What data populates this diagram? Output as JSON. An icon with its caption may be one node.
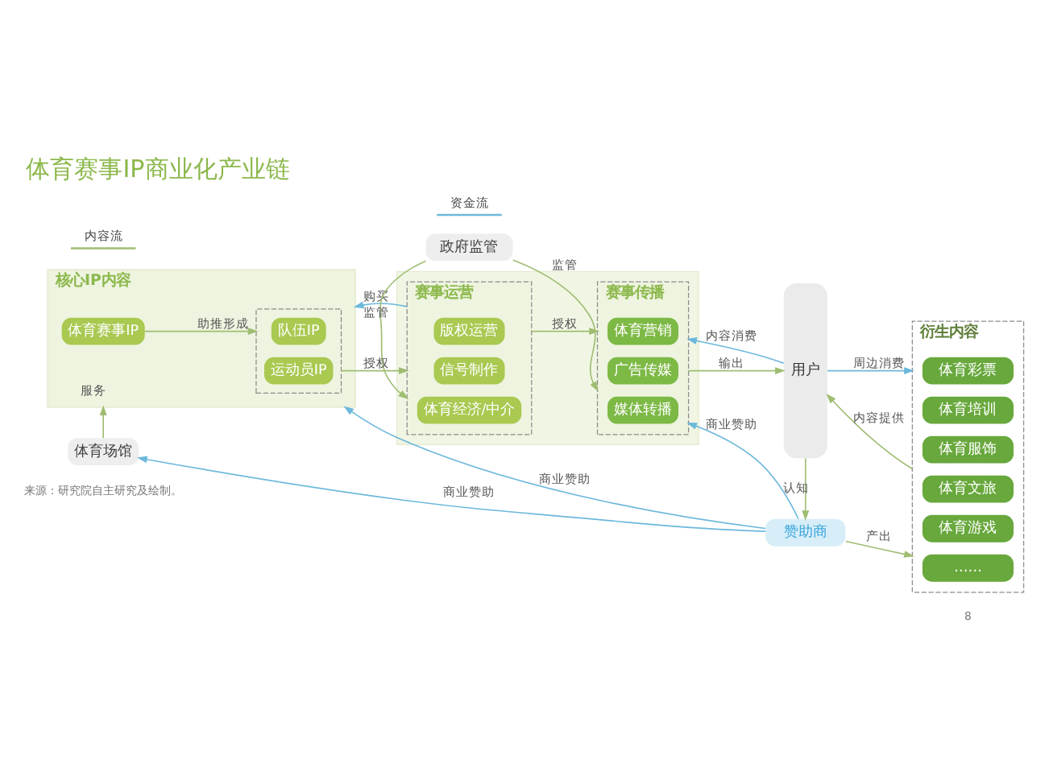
{
  "diagram": {
    "title": "体育赛事IP商业化产业链",
    "nodes": [
      {
        "text": [
          "核心IP内容"
        ]
      },
      {
        "text": [
          "体育赛事IP"
        ],
        "in": 0
      },
      {
        "text": [],
        "shape": "box",
        "in": 0
      },
      {
        "text": [
          "队伍IP"
        ],
        "in": 2
      },
      {
        "text": [
          "运动员IP"
        ],
        "in": 2
      },
      {
        "text": [],
        "shape": "box"
      },
      {
        "text": [
          "赛事运营"
        ],
        "in": 5
      },
      {
        "text": [
          "版权运营"
        ],
        "in": 6
      },
      {
        "text": [
          "信号制作"
        ],
        "in": 6
      },
      {
        "text": [
          "体育经济/中介"
        ],
        "in": 6
      },
      {
        "text": [
          "赛事传播"
        ],
        "in": 5
      },
      {
        "text": [
          "体育营销"
        ],
        "in": 10
      },
      {
        "text": [
          "广告传媒"
        ],
        "in": 10
      },
      {
        "text": [
          "媒体转播"
        ],
        "in": 10
      },
      {
        "text": [
          "用户"
        ]
      },
      {
        "text": [
          "衍生内容"
        ]
      },
      {
        "text": [
          "体育彩票"
        ],
        "in": 15
      },
      {
        "text": [
          "体育培训"
        ],
        "in": 15
      },
      {
        "text": [
          "体育服饰"
        ],
        "in": 15
      },
      {
        "text": [
          "体育文旅"
        ],
        "in": 15
      },
      {
        "text": [
          "体育游戏"
        ],
        "in": 15
      },
      {
        "text": [
          "……"
        ],
        "in": 15
      },
      {
        "text": [
          "体育场馆"
        ]
      },
      {
        "text": [
          "政府监管"
        ]
      },
      {
        "text": [
          "赞助商"
        ]
      }
    ],
    "edges": [
      {
        "from": 1,
        "to": 2,
        "arrow": "to",
        "label": "助推形成"
      },
      {
        "from": 6,
        "to": 0,
        "arrow": "to",
        "label": "购买",
        "color": "#6cb8dc"
      },
      {
        "from": 2,
        "to": 6,
        "arrow": "to",
        "label": "授权"
      },
      {
        "from": 6,
        "to": 10,
        "arrow": "to",
        "label": "授权"
      },
      {
        "from": 14,
        "to": 10,
        "arrow": "to",
        "label": "内容消费",
        "color": "#6cb8dc"
      },
      {
        "from": 10,
        "to": 14,
        "arrow": "to",
        "label": "输出"
      },
      {
        "from": 14,
        "to": 15,
        "arrow": "to",
        "label": "周边消费",
        "color": "#6cb8dc"
      },
      {
        "from": 15,
        "to": 14,
        "arrow": "to",
        "label": "内容提供"
      },
      {
        "from": 22,
        "to": 0,
        "arrow": "to",
        "label": "服务"
      },
      {
        "from": 24,
        "to": 0,
        "arrow": "to",
        "label": "商业赞助",
        "color": "#6cb8dc"
      },
      {
        "from": 24,
        "to": 22,
        "arrow": "to",
        "label": "商业赞助",
        "color": "#6cb8dc"
      },
      {
        "from": 23,
        "to": 6,
        "arrow": "to",
        "label": "监管"
      },
      {
        "from": 23,
        "to": 10,
        "arrow": "to",
        "label": "监管"
      },
      {
        "from": 24,
        "to": 10,
        "arrow": "to",
        "label": "商业赞助",
        "color": "#6cb8dc"
      },
      {
        "from": 14,
        "to": 24,
        "arrow": "to",
        "label": "认知"
      },
      {
        "from": 24,
        "to": 15,
        "arrow": "to",
        "label": "产出"
      }
    ],
    "labels": [
      "来源：研究院自主研究及绘制。",
      "8"
    ],
    "legend": [
      {
        "text": "内容流"
      },
      {
        "text": "资金流"
      }
    ]
  }
}
